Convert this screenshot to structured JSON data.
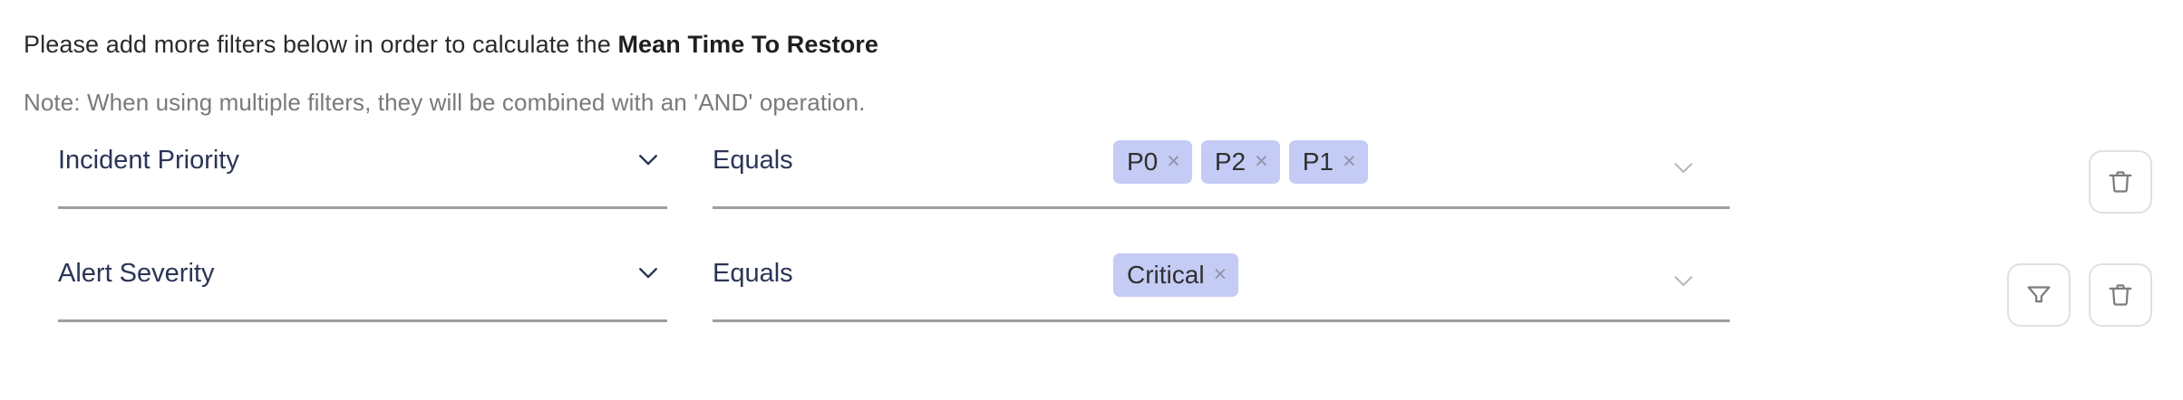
{
  "heading": {
    "prefix": "Please add more filters below in order to calculate the ",
    "metric": "Mean Time To Restore"
  },
  "note": {
    "text": "Note: When using multiple filters, they will be combined with an 'AND' operation."
  },
  "colors": {
    "tag_background": "#c4ccf5",
    "field_text": "#2b3556",
    "underline": "#9e9e9e",
    "note_text": "#7a7a7a",
    "button_border": "#e0e0e0",
    "icon_stroke": "#7d7d7d"
  },
  "rows": [
    {
      "attribute": {
        "value": "Incident Priority",
        "icon": "chevron-down-icon"
      },
      "operator": {
        "value": "Equals",
        "icon": "chevron-down-icon"
      },
      "values": {
        "tags": [
          {
            "label": "P0",
            "remove": "×"
          },
          {
            "label": "P2",
            "remove": "×"
          },
          {
            "label": "P1",
            "remove": "×"
          }
        ],
        "icon": "chevron-down-icon"
      },
      "actions": [
        {
          "name": "delete-filter-button",
          "icon": "trash-icon"
        }
      ]
    },
    {
      "attribute": {
        "value": "Alert Severity",
        "icon": "chevron-down-icon"
      },
      "operator": {
        "value": "Equals",
        "icon": "chevron-down-icon"
      },
      "values": {
        "tags": [
          {
            "label": "Critical",
            "remove": "×"
          }
        ],
        "icon": "chevron-down-icon"
      },
      "actions": [
        {
          "name": "add-filter-button",
          "icon": "funnel-icon"
        },
        {
          "name": "delete-filter-button",
          "icon": "trash-icon"
        }
      ]
    }
  ]
}
